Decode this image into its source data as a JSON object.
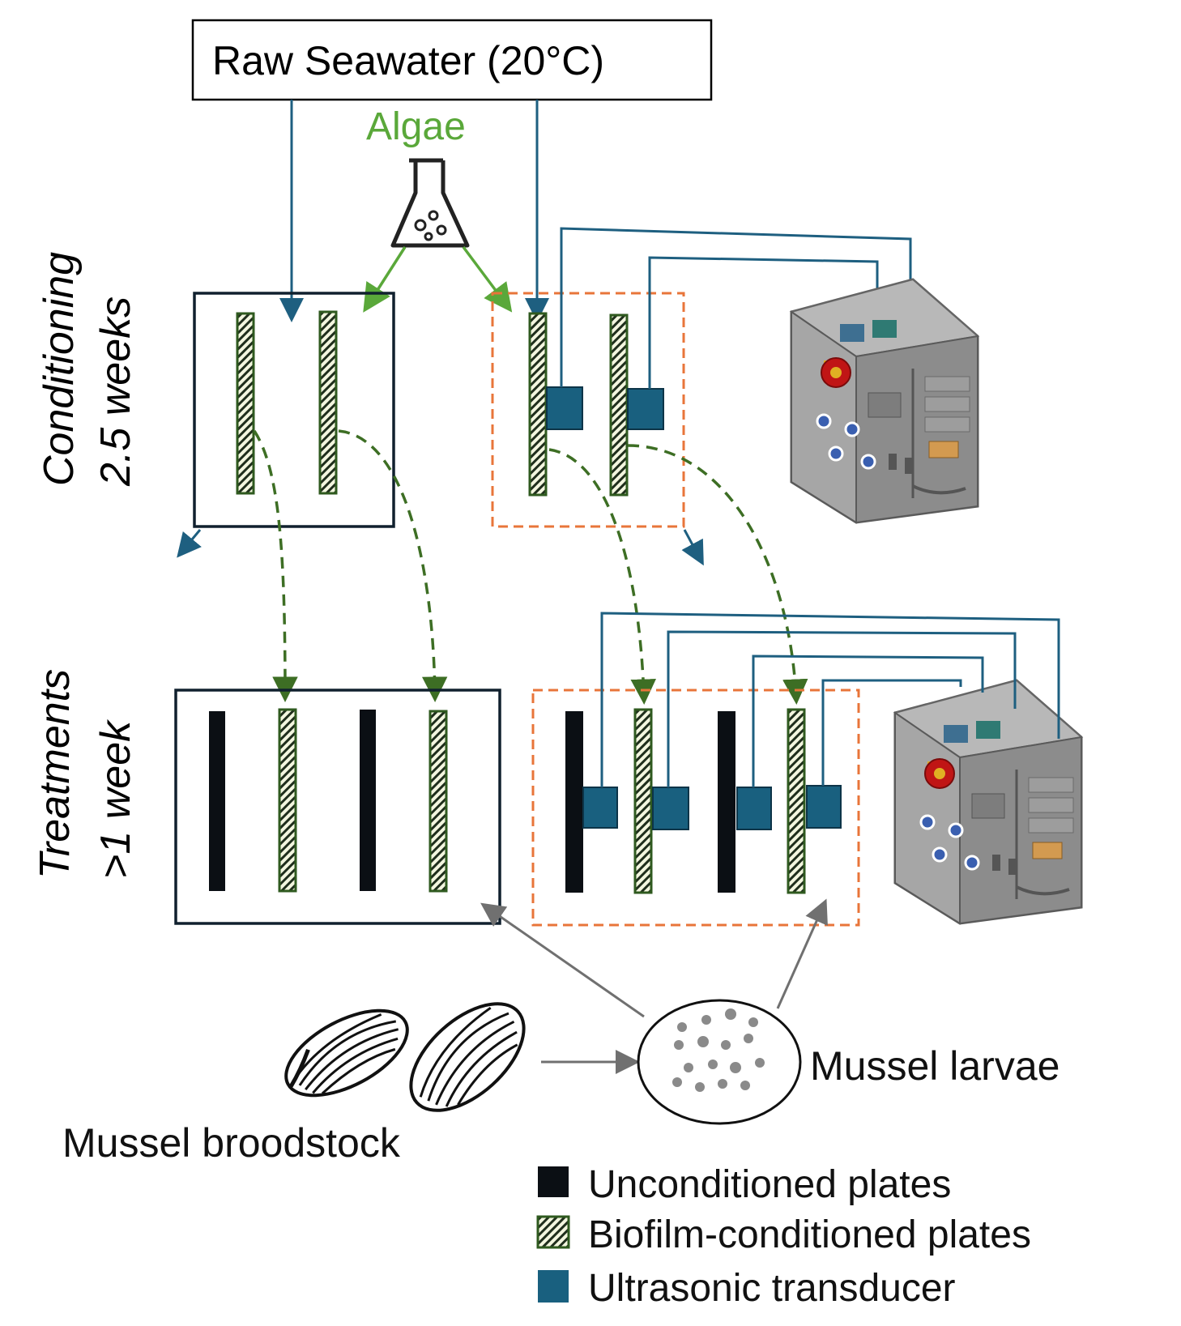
{
  "source": {
    "label": "Raw Seawater (20°C)"
  },
  "algae": {
    "label": "Algae",
    "icon": "flask-icon"
  },
  "stages": {
    "conditioning": {
      "title": "Conditioning",
      "duration": "2.5 weeks"
    },
    "treatments": {
      "title": "Treatments",
      "duration": ">1 week"
    }
  },
  "labels": {
    "broodstock": "Mussel broodstock",
    "larvae": "Mussel larvae"
  },
  "legend": [
    {
      "key": "unconditioned",
      "label": "Unconditioned plates",
      "color": "#0b0f14"
    },
    {
      "key": "biofilm",
      "label": "Biofilm-conditioned plates",
      "color": "#3f6b25"
    },
    {
      "key": "transducer",
      "label": "Ultrasonic transducer",
      "color": "#19607f"
    }
  ],
  "colors": {
    "water_line": "#1e5f80",
    "algae": "#5aa83a",
    "transfer_dashed": "#3d6e24",
    "ultrasonic_tank_border": "#e8753a",
    "control_tank_border": "#10202e",
    "larvae_arrow": "#777777",
    "controller_box": "#8a8a8a"
  }
}
